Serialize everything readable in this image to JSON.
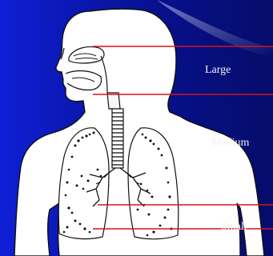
{
  "labels": {
    "large": "Large",
    "medium": "Medium",
    "small": "Small"
  },
  "colors": {
    "background": "#0a17b0",
    "leader_line": "#d4141c",
    "figure_fill": "#ffffff",
    "figure_stroke": "#111111",
    "label_text": "#f2f2f2"
  },
  "icons": {
    "figure": "human-respiratory-system-illustration"
  }
}
